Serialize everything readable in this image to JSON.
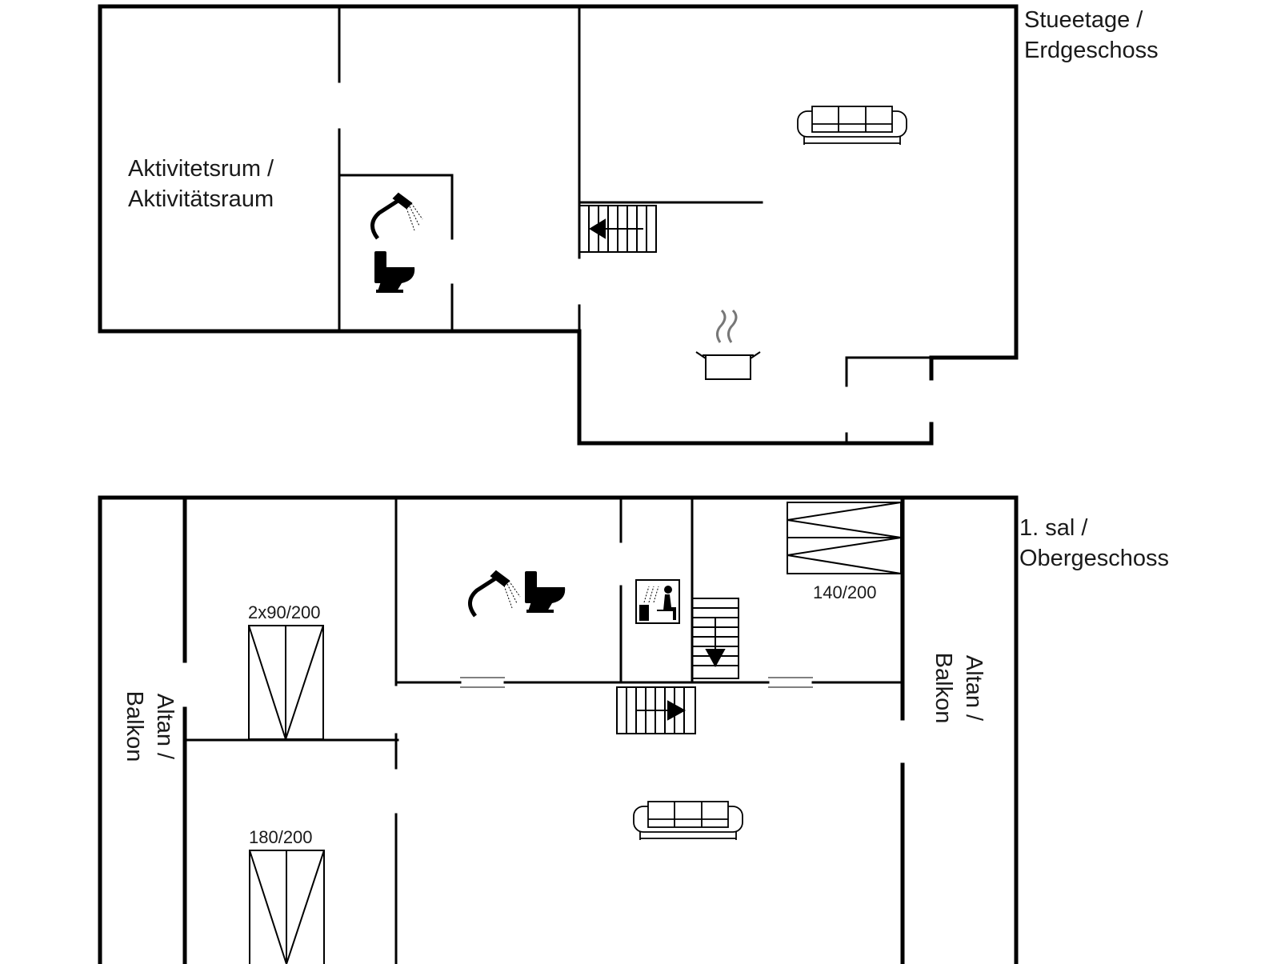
{
  "ground_floor": {
    "label_line1": "Stueetage /",
    "label_line2": "Erdgeschoss",
    "activity_room_line1": "Aktivitetsrum /",
    "activity_room_line2": "Aktivitätsraum",
    "icons": [
      "sofa-icon",
      "shower-icon",
      "toilet-icon",
      "stairs-icon",
      "cooking-pot-icon"
    ]
  },
  "upper_floor": {
    "label_line1": "1. sal /",
    "label_line2": "Obergeschoss",
    "balcony_left_line1": "Altan /",
    "balcony_left_line2": "Balkon",
    "balcony_right_line1": "Altan /",
    "balcony_right_line2": "Balkon",
    "bed_top_right": "140/200",
    "bed_twin": "2x90/200",
    "bed_double": "180/200",
    "icons": [
      "shower-icon",
      "toilet-icon",
      "sauna-icon",
      "stairs-icon",
      "sofa-icon",
      "bed-icon"
    ]
  },
  "colors": {
    "wall": "#000000",
    "background": "#ffffff"
  }
}
